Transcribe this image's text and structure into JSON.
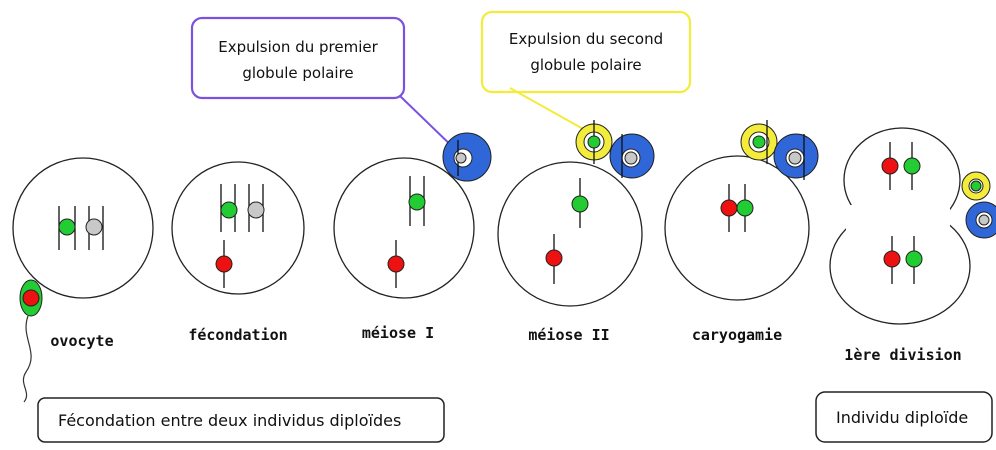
{
  "stages": [
    {
      "id": "ovocyte",
      "label": "ovocyte"
    },
    {
      "id": "fecondation",
      "label": "fécondation"
    },
    {
      "id": "meiose1",
      "label": "méiose I"
    },
    {
      "id": "meiose2",
      "label": "méiose II"
    },
    {
      "id": "caryogamie",
      "label": "caryogamie"
    },
    {
      "id": "division",
      "label": "1ère division"
    }
  ],
  "callouts": {
    "first_polar": {
      "line1": "Expulsion du premier",
      "line2": "globule polaire",
      "border_color": "#7b52e0"
    },
    "second_polar": {
      "line1": "Expulsion du second",
      "line2": "globule polaire",
      "border_color": "#f4ec3a"
    }
  },
  "boxes": {
    "left": "Fécondation entre deux individus diploïdes",
    "right": "Individu diploïde"
  },
  "colors": {
    "maternal_chromosome": "#22cc33",
    "paternal_chromosome": "#ee1111",
    "discarded_chromosome": "#c8c8c8",
    "polar_body_1": "#2f66d8",
    "polar_body_2": "#f4ec3a"
  }
}
